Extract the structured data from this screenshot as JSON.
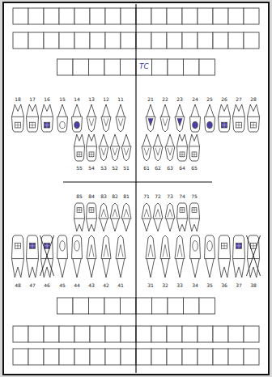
{
  "diagram": {
    "labels": [
      "18",
      "17",
      "16",
      "15",
      "14",
      "13",
      "12",
      "11",
      "21",
      "22",
      "23",
      "24",
      "25",
      "26",
      "27",
      "28",
      "55",
      "54",
      "53",
      "52",
      "51",
      "61",
      "62",
      "63",
      "64",
      "65",
      "85",
      "84",
      "83",
      "82",
      "81",
      "71",
      "72",
      "73",
      "74",
      "75",
      "48",
      "47",
      "46",
      "45",
      "44",
      "43",
      "42",
      "41",
      "31",
      "32",
      "33",
      "34",
      "35",
      "36",
      "37",
      "38",
      "TC"
    ]
  }
}
